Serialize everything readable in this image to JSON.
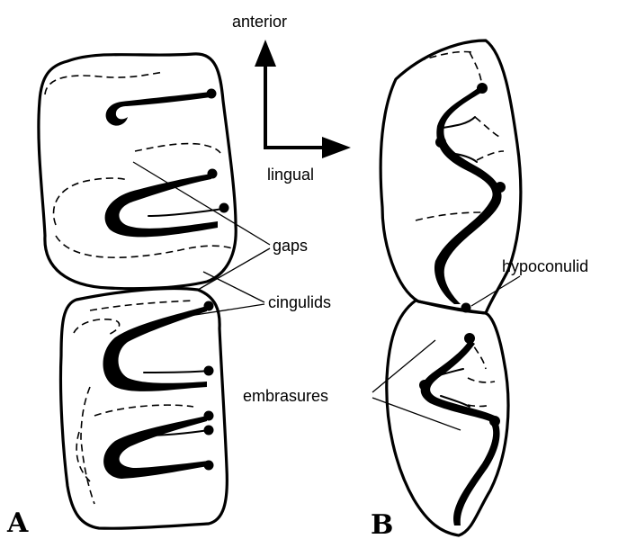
{
  "labels": {
    "anterior": "anterior",
    "lingual": "lingual",
    "gaps": "gaps",
    "cingulids": "cingulids",
    "hypoconulid": "hypoconulid",
    "embrasures": "embrasures",
    "panel_a": "A",
    "panel_b": "B"
  }
}
